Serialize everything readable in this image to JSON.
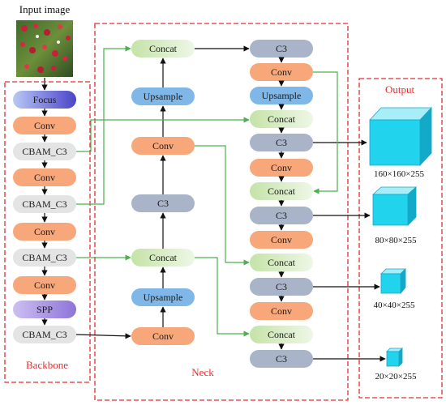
{
  "input": {
    "title": "Input image"
  },
  "groups": {
    "backbone": "Backbone",
    "neck": "Neck",
    "output": "Output"
  },
  "colors": {
    "frame": "#e03030",
    "conv": "#f7a77a",
    "cbam": "#e4e4e4",
    "focus": "#6d6ae0",
    "spp": "#a790e0",
    "concat": "#d8ecc4",
    "upsample": "#7fb8e8",
    "c3": "#a9b4c8",
    "green_arrow": "#4caf50",
    "black_arrow": "#111111",
    "cube": "#22d3ee"
  },
  "backbone": {
    "nodes": [
      "Focus",
      "Conv",
      "CBAM_C3",
      "Conv",
      "CBAM_C3",
      "Conv",
      "CBAM_C3",
      "Conv",
      "SPP",
      "CBAM_C3"
    ]
  },
  "neck": {
    "left_column": [
      "Concat",
      "Upsample",
      "Conv",
      "C3",
      "Concat",
      "Upsample",
      "Conv"
    ],
    "right_column": [
      "C3",
      "Conv",
      "Upsample",
      "Concat",
      "C3",
      "Conv",
      "Concat",
      "C3",
      "Conv",
      "Concat",
      "C3",
      "Conv",
      "Concat",
      "C3"
    ]
  },
  "outputs": [
    {
      "label": "160×160×255",
      "icon": "cube-icon"
    },
    {
      "label": "80×80×255",
      "icon": "cube-icon"
    },
    {
      "label": "40×40×255",
      "icon": "cube-icon"
    },
    {
      "label": "20×20×255",
      "icon": "cube-icon"
    }
  ]
}
